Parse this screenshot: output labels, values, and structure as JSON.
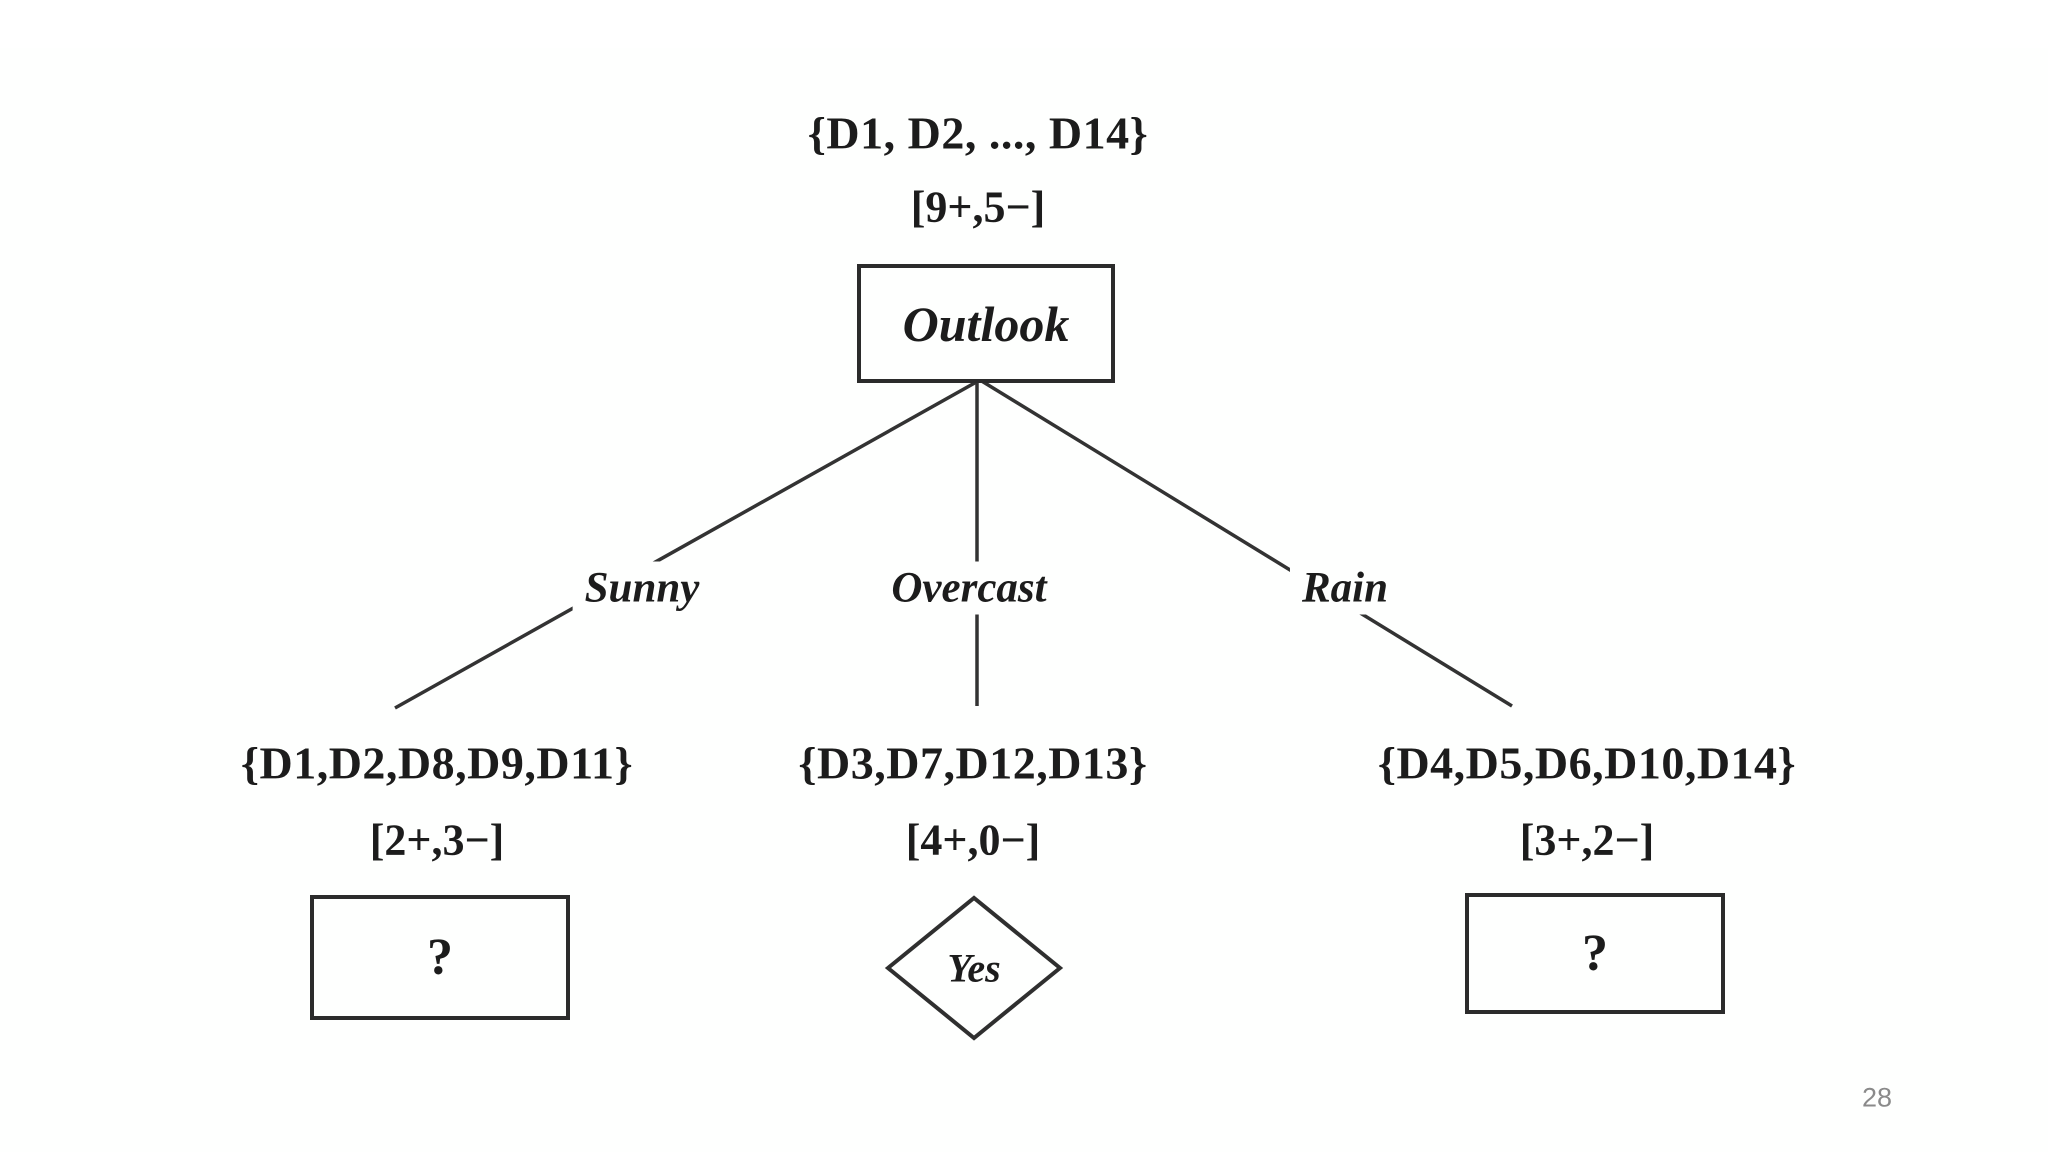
{
  "slide": {
    "page_number": "28"
  },
  "tree": {
    "root": {
      "set": "{D1, D2, ..., D14}",
      "counts": "[9+,5−]",
      "node": "Outlook"
    },
    "branches": [
      {
        "label": "Sunny",
        "set": "{D1,D2,D8,D9,D11}",
        "counts": "[2+,3−]",
        "node": "?",
        "node_shape": "rect"
      },
      {
        "label": "Overcast",
        "set": "{D3,D7,D12,D13}",
        "counts": "[4+,0−]",
        "node": "Yes",
        "node_shape": "diamond"
      },
      {
        "label": "Rain",
        "set": "{D4,D5,D6,D10,D14}",
        "counts": "[3+,2−]",
        "node": "?",
        "node_shape": "rect"
      }
    ]
  },
  "colors": {
    "ink": "#1c1c1c",
    "line": "#333333",
    "box_border": "#2b2b2b",
    "background": "#fefffe",
    "page_number": "#8a8a8a"
  }
}
